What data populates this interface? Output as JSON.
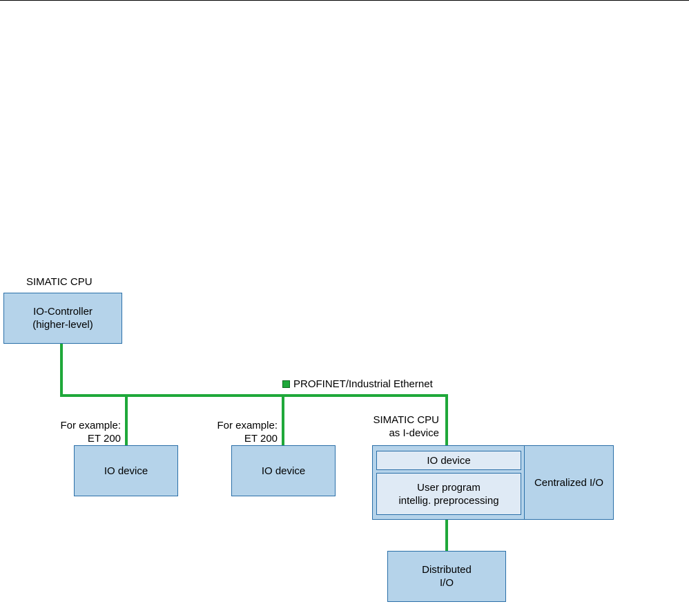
{
  "colors": {
    "network_line": "#1fa83a",
    "box_fill": "#b5d3ea",
    "inner_box_fill": "#dfeaf5",
    "box_border": "#2a6fa8"
  },
  "controller": {
    "caption": "SIMATIC CPU",
    "box_text": "IO-Controller\n(higher-level)"
  },
  "network": {
    "legend_text": "PROFINET/Industrial Ethernet"
  },
  "device1": {
    "caption": "For example:\nET 200",
    "box_text": "IO device"
  },
  "device2": {
    "caption": "For example:\nET 200",
    "box_text": "IO device"
  },
  "idevice": {
    "caption": "SIMATIC CPU\nas I-device",
    "io_device_text": "IO device",
    "user_program_text": "User program\nintellig. preprocessing",
    "centralized_text": "Centralized I/O"
  },
  "distributed": {
    "box_text": "Distributed\nI/O"
  }
}
